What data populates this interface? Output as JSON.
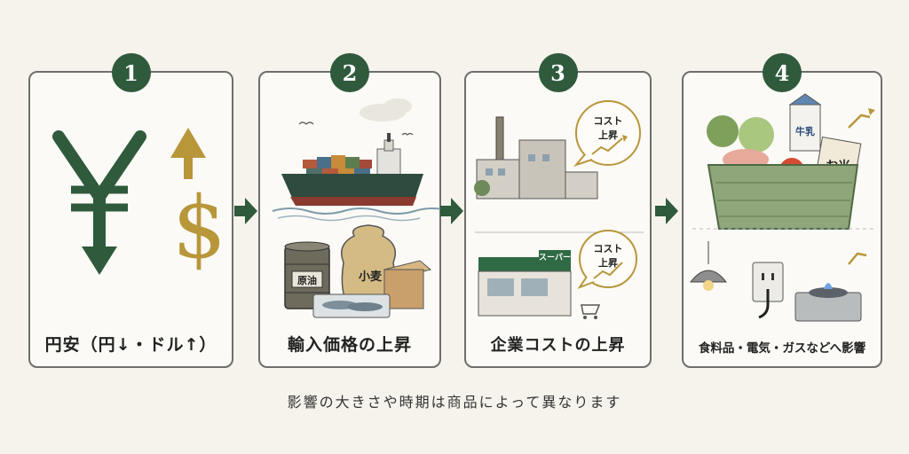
{
  "steps": [
    {
      "number": "1",
      "caption": "円安（円↓・ドル↑）"
    },
    {
      "number": "2",
      "caption": "輸入価格の上昇",
      "items": {
        "oil": "原油",
        "wheat": "小麦"
      }
    },
    {
      "number": "3",
      "caption": "企業コストの上昇",
      "bubble": [
        "コスト",
        "上昇"
      ],
      "store_sign": "スーパー"
    },
    {
      "number": "4",
      "caption": "食料品・電気・ガスなどへ影響",
      "items": {
        "milk": "牛乳",
        "rice": "お米"
      }
    }
  ],
  "footer": "影響の大きさや時期は商品によって異なります",
  "colors": {
    "green": "#2f5a3c",
    "gold": "#b8963a",
    "panel": "#fbfaf6",
    "bg": "#f6f3ec"
  }
}
